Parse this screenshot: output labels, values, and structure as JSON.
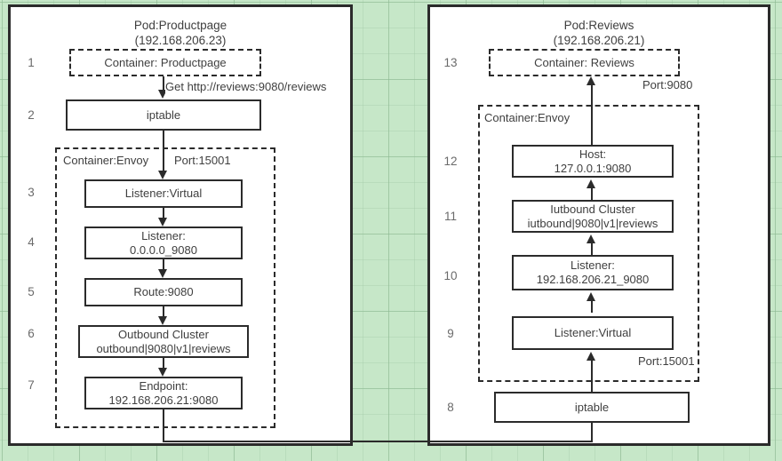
{
  "diagram": {
    "title": "Istio sidecar traffic flow: Productpage to Reviews",
    "background_color": "#c6e7c8",
    "line_color": "#2b2b2b",
    "panel_fill": "#ffffff"
  },
  "left_pod": {
    "title": "Pod:Productpage\n(192.168.206.23)",
    "name": "Pod:Productpage",
    "ip": "(192.168.206.23)",
    "container_app": {
      "step": "1",
      "label": "Container:  Productpage"
    },
    "request_label": "Get http://reviews:9080/reviews",
    "iptable": {
      "step": "2",
      "label": "iptable"
    },
    "envoy_group": {
      "label": "Container:Envoy",
      "port_label": "Port:15001"
    },
    "envoy_steps": [
      {
        "step": "3",
        "label": "Listener:Virtual"
      },
      {
        "step": "4",
        "label": "Listener:\n0.0.0.0_9080"
      },
      {
        "step": "5",
        "label": "Route:9080"
      },
      {
        "step": "6",
        "label": "Outbound Cluster\noutbound|9080|v1|reviews"
      },
      {
        "step": "7",
        "label": "Endpoint:\n192.168.206.21:9080"
      }
    ]
  },
  "right_pod": {
    "title": "Pod:Reviews\n(192.168.206.21)",
    "name": "Pod:Reviews",
    "ip": "(192.168.206.21)",
    "container_app": {
      "step": "13",
      "label": "Container:  Reviews"
    },
    "app_port_label": "Port:9080",
    "envoy_group": {
      "label": "Container:Envoy",
      "port_label": "Port:15001"
    },
    "envoy_steps": [
      {
        "step": "12",
        "label": "Host:\n127.0.0.1:9080"
      },
      {
        "step": "11",
        "label": "Iutbound Cluster\niutbound|9080|v1|reviews"
      },
      {
        "step": "10",
        "label": "Listener:\n192.168.206.21_9080"
      },
      {
        "step": "9",
        "label": "Listener:Virtual"
      }
    ],
    "iptable": {
      "step": "8",
      "label": "iptable"
    }
  },
  "flow": {
    "order": [
      "1",
      "2",
      "3",
      "4",
      "5",
      "6",
      "7",
      "8",
      "9",
      "10",
      "11",
      "12",
      "13"
    ],
    "cross_pod_note": "Endpoint 192.168.206.21:9080 routes out of Productpage pod into Reviews pod iptable"
  }
}
